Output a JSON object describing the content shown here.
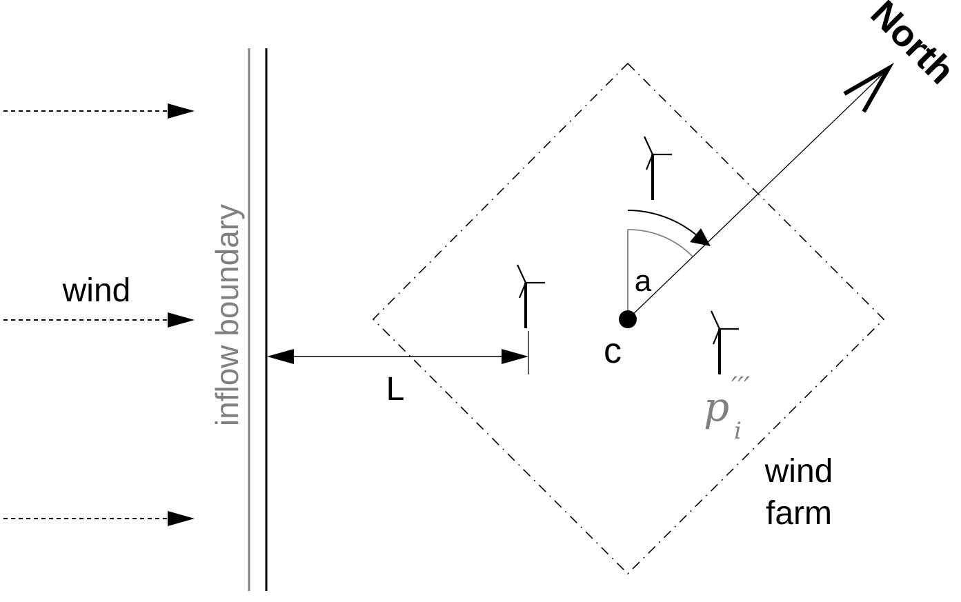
{
  "labels": {
    "wind": "wind",
    "inflow_boundary": "inflow boundary",
    "distance": "L",
    "angle": "a",
    "center": "c",
    "north": "North",
    "power_base": "p",
    "power_subscript": "i",
    "power_superscript": "′′′",
    "farm_line1": "wind",
    "farm_line2": "farm"
  },
  "colors": {
    "ink": "#000000",
    "gray": "#808080"
  }
}
